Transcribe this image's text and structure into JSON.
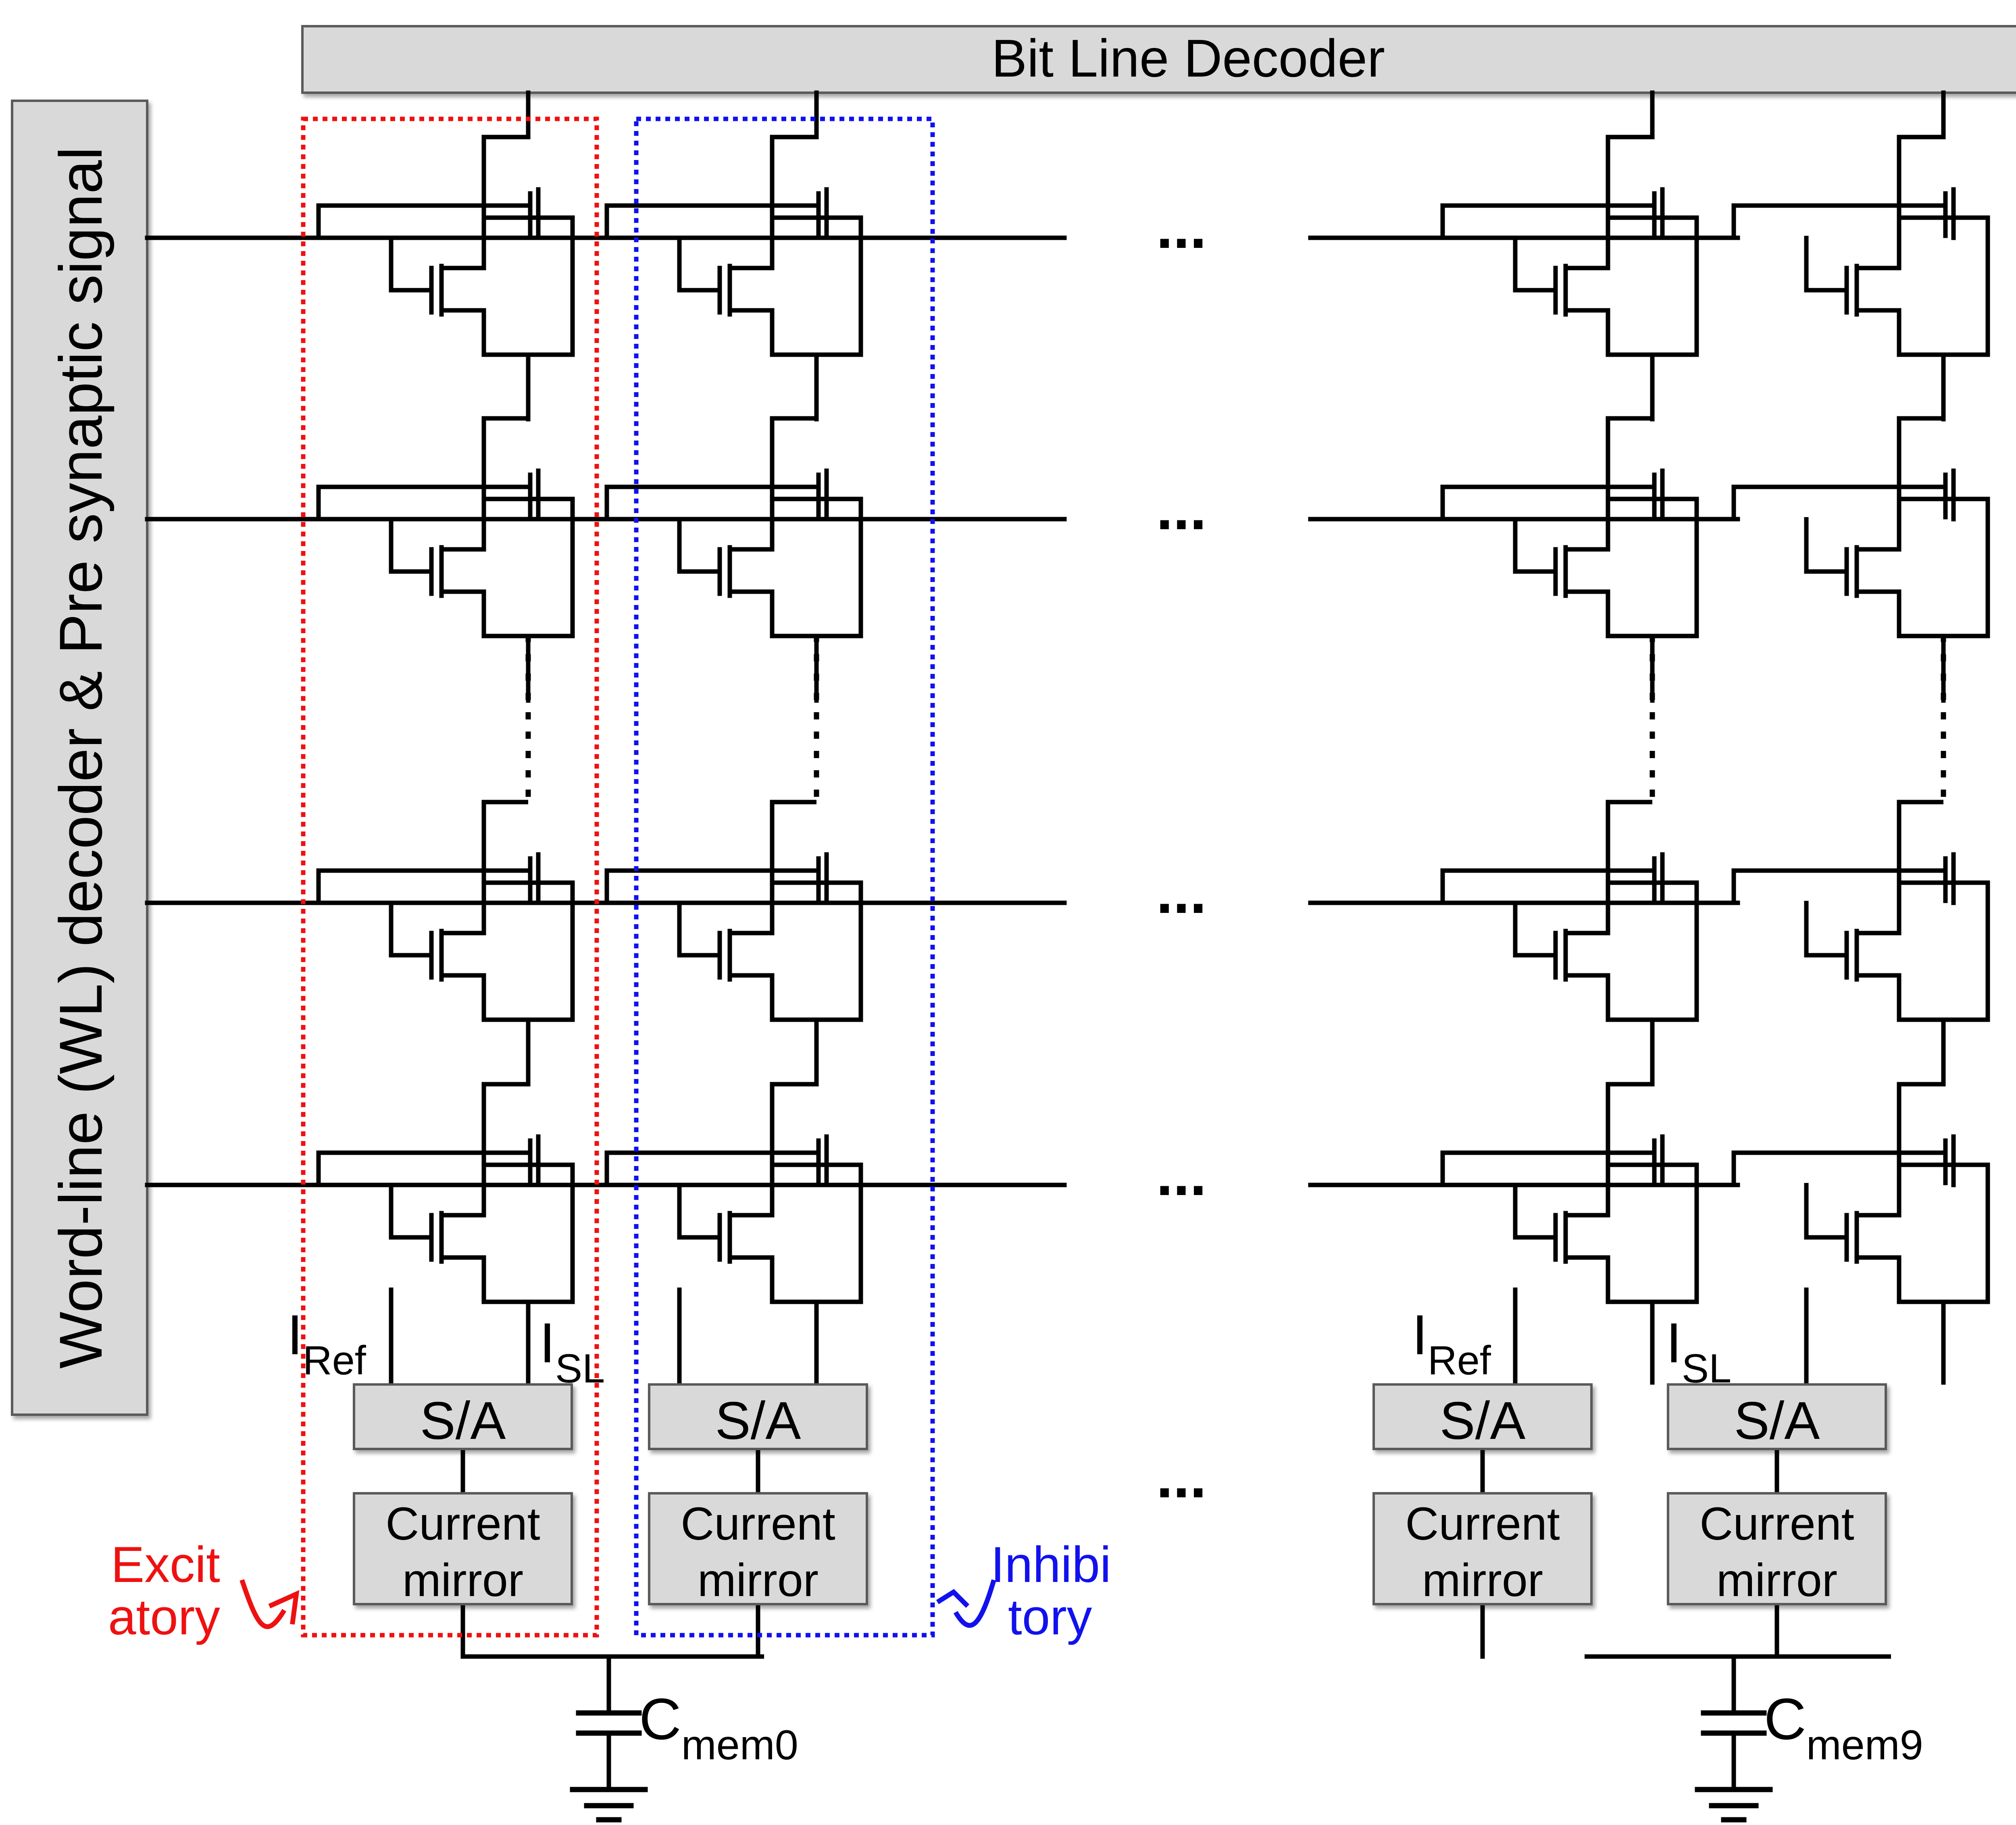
{
  "bit_line_decoder": "Bit Line Decoder",
  "wl_decoder": "Word-line (WL) decoder & Pre synaptic signal",
  "sense_amp": "S/A",
  "current_mirror": [
    "Current",
    "mirror"
  ],
  "i_ref": {
    "main": "I",
    "sub": "Ref"
  },
  "i_sl": {
    "main": "I",
    "sub": "SL"
  },
  "c_mem0": {
    "main": "C",
    "sub": "mem0"
  },
  "c_mem9": {
    "main": "C",
    "sub": "mem9"
  },
  "excitatory": [
    "Excit",
    "atory"
  ],
  "inhibitory": [
    "Inhibi",
    "tory"
  ],
  "ellipsis": "...",
  "colors": {
    "line": "#000000",
    "box_fill": "#d9d9d9",
    "box_stroke": "#5a5a5a",
    "excitatory": "#ee1111",
    "inhibitory": "#1111ee"
  }
}
